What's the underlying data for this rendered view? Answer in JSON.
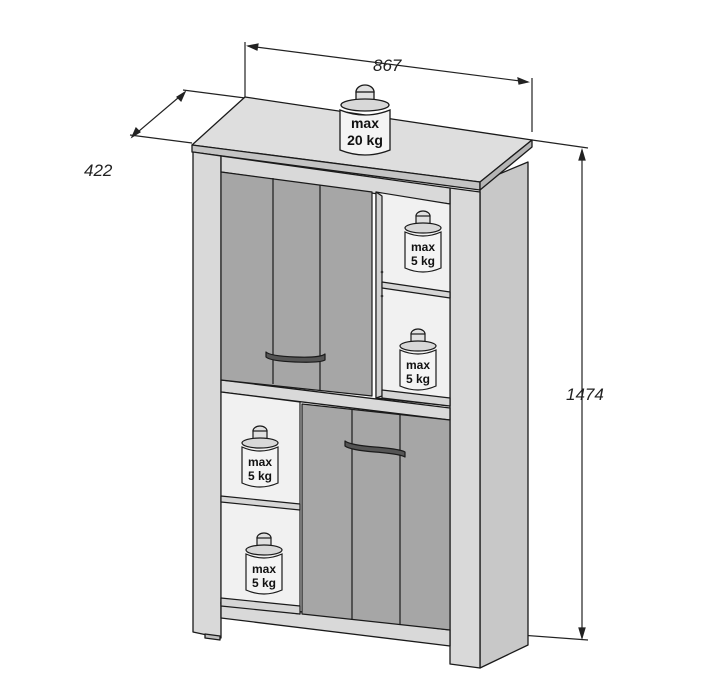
{
  "dimensions": {
    "width": "867",
    "depth": "422",
    "height": "1474"
  },
  "load_labels": {
    "top": {
      "line1": "max",
      "line2": "20 kg"
    },
    "upper_shelf": {
      "line1": "max",
      "line2": "5 kg"
    },
    "upper_bottom": {
      "line1": "max",
      "line2": "5 kg"
    },
    "lower_shelf": {
      "line1": "max",
      "line2": "5 kg"
    },
    "lower_bottom": {
      "line1": "max",
      "line2": "5 kg"
    }
  },
  "colors": {
    "outline": "#1a1a1a",
    "frame": "#d9d9d9",
    "top_surface": "#dedede",
    "door_panel": "#a6a6a6",
    "shadow": "#8f8f8f",
    "interior": "#f1f1f1"
  }
}
